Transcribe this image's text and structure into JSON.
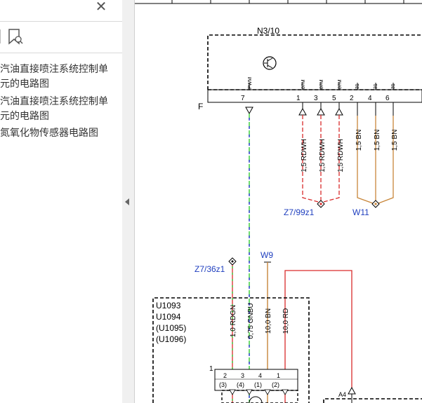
{
  "sidebar": {
    "close_glyph": "✕",
    "icons": [
      "close-icon",
      "bookmark-icon"
    ],
    "items": [
      {
        "line1": "汽油直接喷注系统控制单",
        "line2": "元的电路图"
      },
      {
        "line1": "汽油直接喷注系统控制单",
        "line2": "元的电路图"
      },
      {
        "line1": "氮氧化物传感器电路图"
      }
    ]
  },
  "colors": {
    "blue_label": "#1f3fbf",
    "red_wire": "#d92b2b",
    "brown_wire": "#c8863a",
    "green_wire": "#33cc33",
    "blue_wire": "#2233cc"
  },
  "diagram": {
    "module_top": {
      "name": "N3/10",
      "side_letter": "F"
    },
    "pin_tops": [
      "PWM",
      "87M",
      "87M",
      "87M",
      "31",
      "31",
      "31"
    ],
    "pin_numbers": [
      "7",
      "1",
      "3",
      "5",
      "2",
      "4",
      "6"
    ],
    "wires_top": [
      "1,5 RDWH",
      "1,5 RDWH",
      "1,5 RDWH",
      "1,5 BN",
      "1,5 BN",
      "1,5 BN"
    ],
    "splice_left": "Z7/99z1",
    "splice_right": "W11",
    "splice_mid": "Z7/36z1",
    "ground_w9": "W9",
    "module_bottom": {
      "lines": [
        "U1093",
        "U1094",
        "(U1095)",
        "(U1096)"
      ],
      "connector": "1"
    },
    "wires_bottom": [
      "1,0 RDGN",
      "0,75 GNBU",
      "10,0 BN",
      "10,0 RD"
    ],
    "pins_bottom": [
      "2",
      "3",
      "4",
      "1"
    ],
    "pins_bottom_alt": [
      "(3)",
      "(4)",
      "(1)",
      "(2)"
    ],
    "ref_a4": "A4"
  }
}
